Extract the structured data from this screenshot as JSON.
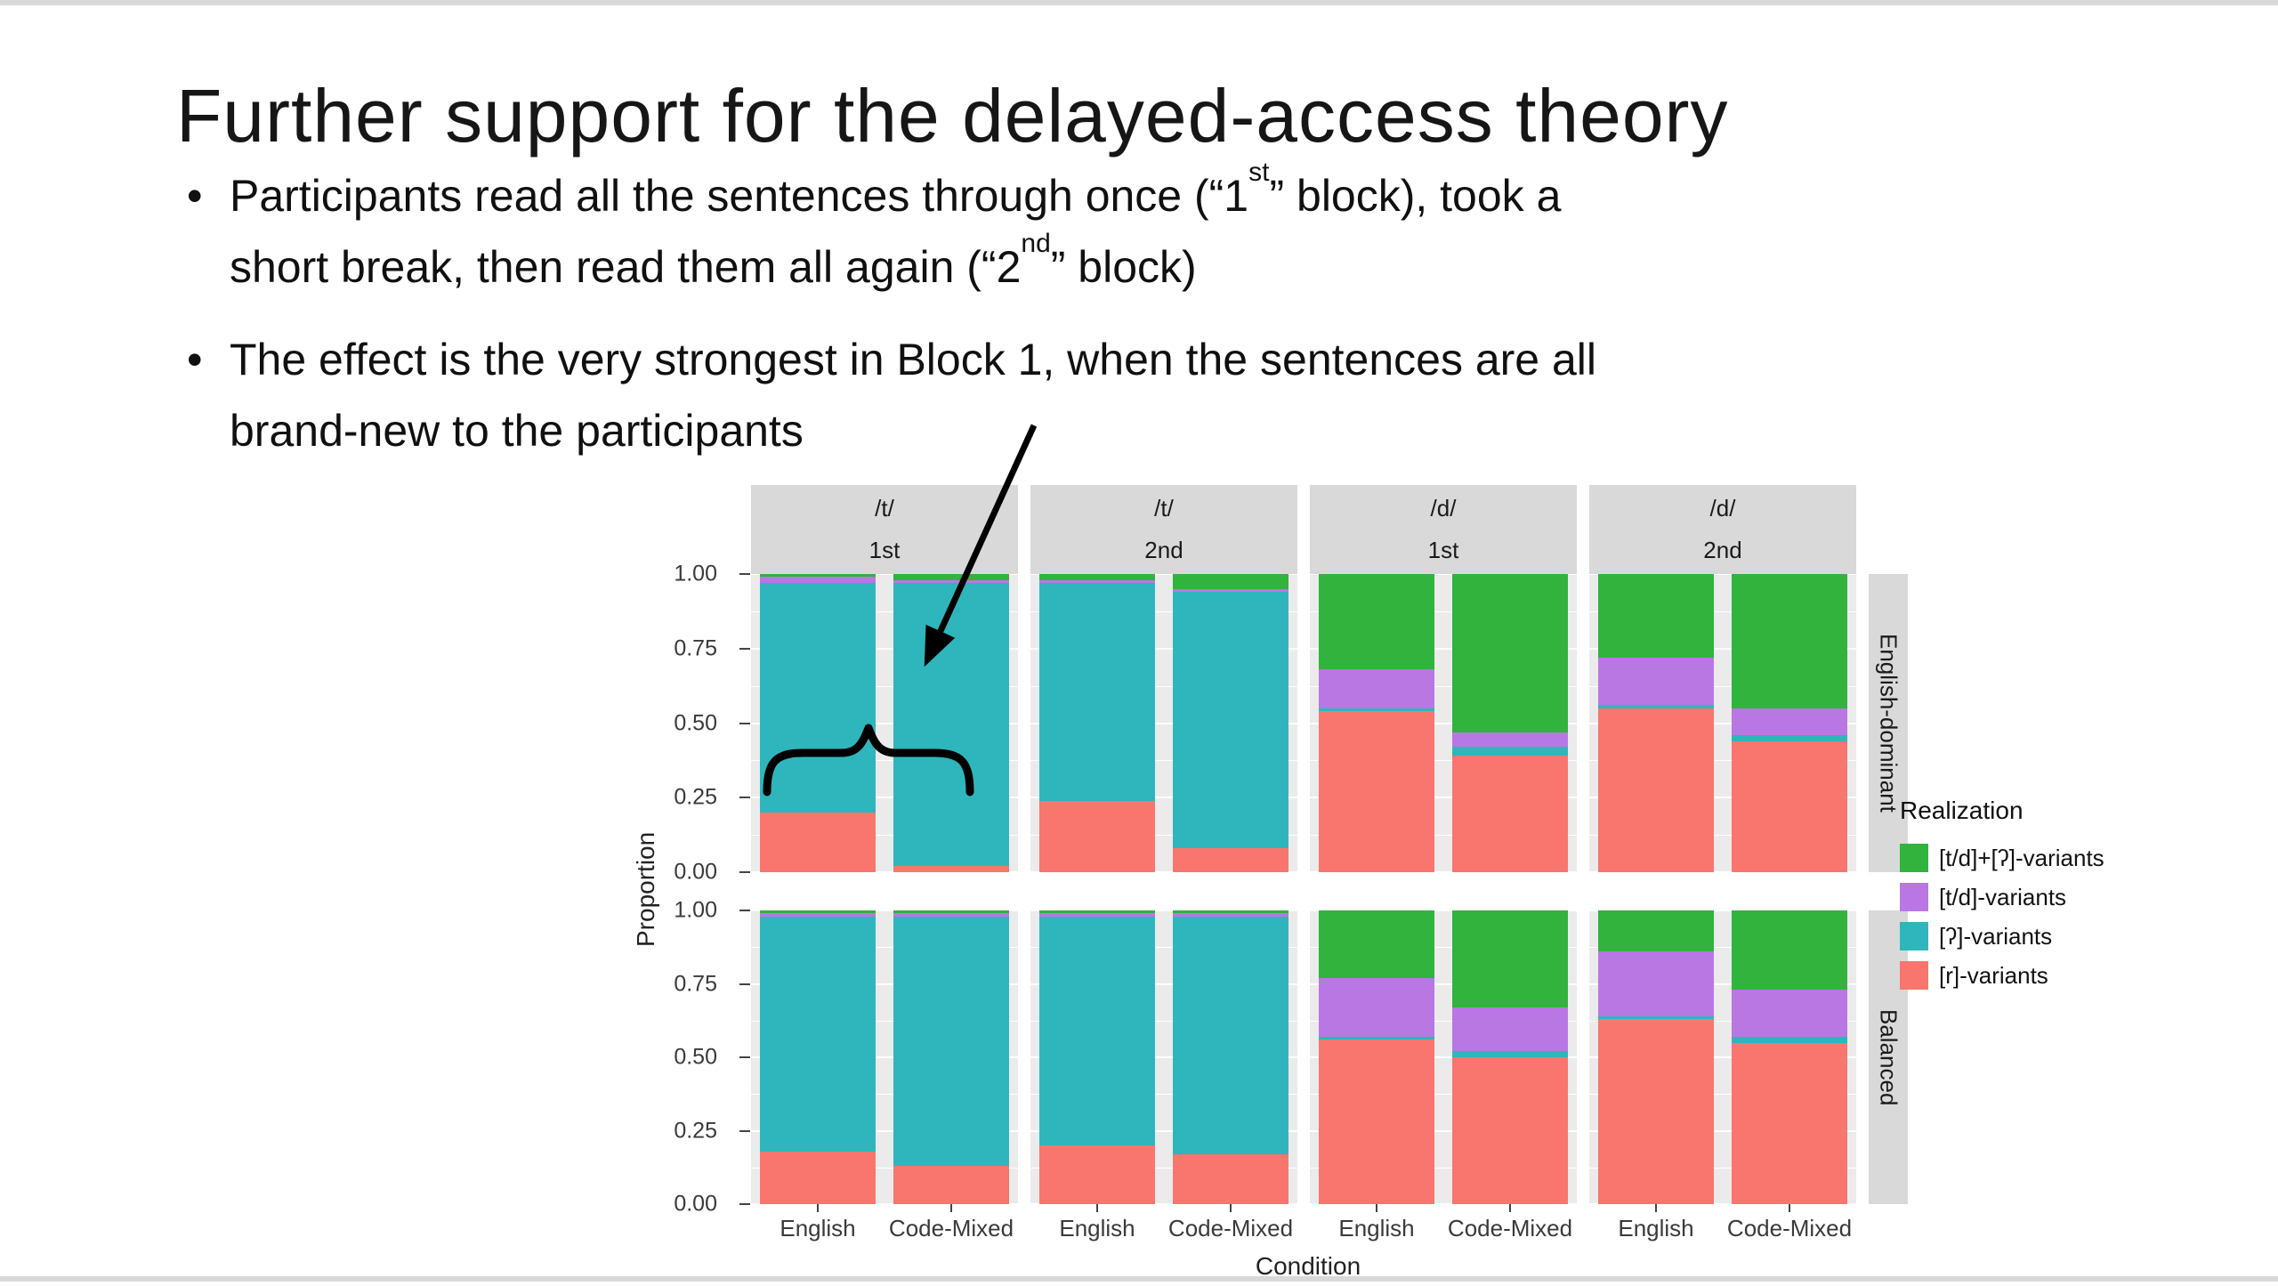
{
  "slide": {
    "title": "Further support for the delayed-access theory",
    "bullet_char": "•",
    "bullets": {
      "b1": {
        "line1_seg1": "Participants read all the sentences through once (“1",
        "line1_sup": "st",
        "line1_seg2": "” block), took a",
        "line2_seg1": "short break, then read them all again (“2",
        "line2_sup": "nd",
        "line2_seg2": "” block)"
      },
      "b2": {
        "line1": "The effect is the very strongest in Block 1, when the sentences are all",
        "line2": "brand-new to the participants"
      }
    },
    "annotations": {
      "arrow_icon": "down-left-arrow",
      "brace_icon": "horizontal-curly-brace"
    }
  },
  "chart_data": {
    "type": "bar",
    "variant": "stacked-proportion-faceted",
    "xlabel": "Condition",
    "ylabel": "Proportion",
    "ylim": [
      0,
      1
    ],
    "ytick_labels": [
      "1.00",
      "0.75",
      "0.50",
      "0.25",
      "0.00"
    ],
    "col_facets": [
      [
        "/t/",
        "1st"
      ],
      [
        "/t/",
        "2nd"
      ],
      [
        "/d/",
        "1st"
      ],
      [
        "/d/",
        "2nd"
      ]
    ],
    "row_facets": [
      "English-dominant",
      "Balanced"
    ],
    "categories": [
      "English",
      "Code-Mixed"
    ],
    "stack_order_bottom_to_top": [
      "[r]-variants",
      "[ʔ]-variants",
      "[t/d]-variants",
      "[t/d]+[ʔ]-variants"
    ],
    "colors": {
      "[r]-variants": "#F8766D",
      "[ʔ]-variants": "#2FB6BC",
      "[t/d]-variants": "#B977E3",
      "[t/d]+[ʔ]-variants": "#31B33E"
    },
    "legend": {
      "title": "Realization",
      "items": [
        "[t/d]+[ʔ]-variants",
        "[t/d]-variants",
        "[ʔ]-variants",
        "[r]-variants"
      ]
    },
    "values": [
      {
        "row": "English-dominant",
        "panels": [
          {
            "col": "/t/ 1st",
            "bars": [
              [
                0.2,
                0.77,
                0.02,
                0.01
              ],
              [
                0.02,
                0.95,
                0.01,
                0.02
              ]
            ]
          },
          {
            "col": "/t/ 2nd",
            "bars": [
              [
                0.24,
                0.73,
                0.01,
                0.02
              ],
              [
                0.08,
                0.86,
                0.01,
                0.05
              ]
            ]
          },
          {
            "col": "/d/ 1st",
            "bars": [
              [
                0.54,
                0.01,
                0.13,
                0.32
              ],
              [
                0.39,
                0.03,
                0.05,
                0.53
              ]
            ]
          },
          {
            "col": "/d/ 2nd",
            "bars": [
              [
                0.55,
                0.01,
                0.16,
                0.28
              ],
              [
                0.44,
                0.02,
                0.09,
                0.45
              ]
            ]
          }
        ]
      },
      {
        "row": "Balanced",
        "panels": [
          {
            "col": "/t/ 1st",
            "bars": [
              [
                0.18,
                0.8,
                0.01,
                0.01
              ],
              [
                0.13,
                0.85,
                0.01,
                0.01
              ]
            ]
          },
          {
            "col": "/t/ 2nd",
            "bars": [
              [
                0.2,
                0.78,
                0.01,
                0.01
              ],
              [
                0.17,
                0.81,
                0.01,
                0.01
              ]
            ]
          },
          {
            "col": "/d/ 1st",
            "bars": [
              [
                0.56,
                0.01,
                0.2,
                0.23
              ],
              [
                0.5,
                0.02,
                0.15,
                0.33
              ]
            ]
          },
          {
            "col": "/d/ 2nd",
            "bars": [
              [
                0.63,
                0.01,
                0.22,
                0.14
              ],
              [
                0.55,
                0.02,
                0.16,
                0.27
              ]
            ]
          }
        ]
      }
    ]
  }
}
